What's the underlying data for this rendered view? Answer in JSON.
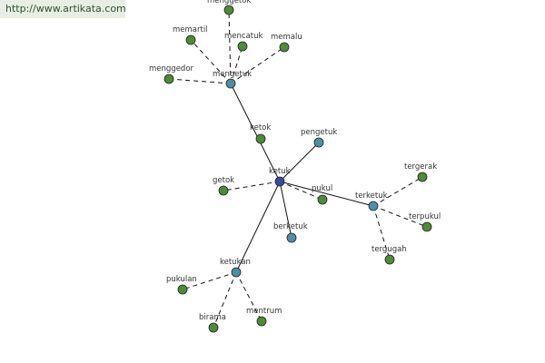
{
  "source_url": "http://www.artikata.com",
  "colors": {
    "root": "#3a4aa0",
    "related": "#4e8fa6",
    "leaf": "#4e8a3a",
    "banner_bg": "#e8eee3"
  },
  "diagram": {
    "nodes": [
      {
        "id": "ketuk",
        "label": "ketuk",
        "kind": "root"
      },
      {
        "id": "mengetuk",
        "label": "mengetuk",
        "kind": "related"
      },
      {
        "id": "pengetuk",
        "label": "pengetuk",
        "kind": "related"
      },
      {
        "id": "terketuk",
        "label": "terketuk",
        "kind": "related"
      },
      {
        "id": "berketuk",
        "label": "berketuk",
        "kind": "related"
      },
      {
        "id": "ketukan",
        "label": "ketukan",
        "kind": "related"
      },
      {
        "id": "ketok",
        "label": "ketok",
        "kind": "leaf"
      },
      {
        "id": "getok",
        "label": "getok",
        "kind": "leaf"
      },
      {
        "id": "pukul",
        "label": "pukul",
        "kind": "leaf"
      },
      {
        "id": "menggetok",
        "label": "menggetok",
        "kind": "leaf"
      },
      {
        "id": "memartil",
        "label": "memartil",
        "kind": "leaf"
      },
      {
        "id": "mencatuk",
        "label": "mencatuk",
        "kind": "leaf"
      },
      {
        "id": "memalu",
        "label": "memalu",
        "kind": "leaf"
      },
      {
        "id": "menggedor",
        "label": "menggedor",
        "kind": "leaf"
      },
      {
        "id": "tergerak",
        "label": "tergerak",
        "kind": "leaf"
      },
      {
        "id": "terpukul",
        "label": "terpukul",
        "kind": "leaf"
      },
      {
        "id": "tergugah",
        "label": "tergugah",
        "kind": "leaf"
      },
      {
        "id": "pukulan",
        "label": "pukulan",
        "kind": "leaf"
      },
      {
        "id": "birama",
        "label": "birama",
        "kind": "leaf"
      },
      {
        "id": "mentrum",
        "label": "mentrum",
        "kind": "leaf"
      }
    ],
    "edges": [
      {
        "from": "ketuk",
        "to": "mengetuk",
        "style": "solid"
      },
      {
        "from": "ketuk",
        "to": "pengetuk",
        "style": "solid"
      },
      {
        "from": "ketuk",
        "to": "terketuk",
        "style": "solid"
      },
      {
        "from": "ketuk",
        "to": "berketuk",
        "style": "solid"
      },
      {
        "from": "ketuk",
        "to": "ketukan",
        "style": "solid"
      },
      {
        "from": "ketuk",
        "to": "getok",
        "style": "dashed"
      },
      {
        "from": "ketuk",
        "to": "pukul",
        "style": "dashed"
      },
      {
        "from": "mengetuk",
        "to": "menggetok",
        "style": "dashed"
      },
      {
        "from": "mengetuk",
        "to": "memartil",
        "style": "dashed"
      },
      {
        "from": "mengetuk",
        "to": "mencatuk",
        "style": "dashed"
      },
      {
        "from": "mengetuk",
        "to": "memalu",
        "style": "dashed"
      },
      {
        "from": "mengetuk",
        "to": "menggedor",
        "style": "dashed"
      },
      {
        "from": "terketuk",
        "to": "tergerak",
        "style": "dashed"
      },
      {
        "from": "terketuk",
        "to": "terpukul",
        "style": "dashed"
      },
      {
        "from": "terketuk",
        "to": "tergugah",
        "style": "dashed"
      },
      {
        "from": "ketukan",
        "to": "pukulan",
        "style": "dashed"
      },
      {
        "from": "ketukan",
        "to": "birama",
        "style": "dashed"
      },
      {
        "from": "ketukan",
        "to": "mentrum",
        "style": "dashed"
      }
    ]
  }
}
